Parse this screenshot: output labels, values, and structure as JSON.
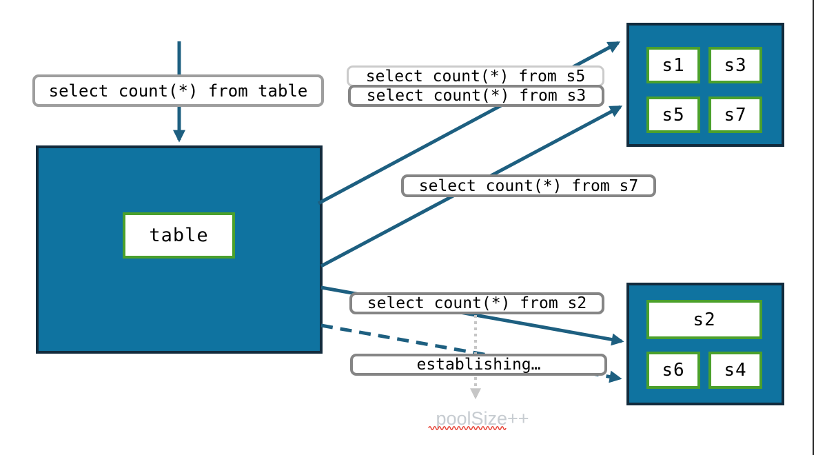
{
  "diagram": {
    "type": "database-sharding-query-fanout",
    "source_node": {
      "label": "table"
    },
    "shard_group_top": {
      "shards": [
        "s1",
        "s3",
        "s5",
        "s7"
      ]
    },
    "shard_group_bottom": {
      "shards": [
        "s2",
        "s6",
        "s4"
      ]
    },
    "query_labels": {
      "from_table": "select count(*) from table",
      "from_s5": "select count(*) from s5",
      "from_s3": "select count(*) from s3",
      "from_s7": "select count(*) from s7",
      "from_s2": "select count(*) from s2",
      "establishing": "establishing…"
    },
    "annotation": {
      "pool_size": "poolSize++"
    },
    "colors": {
      "node_fill": "#0f73a0",
      "node_border": "#122b3d",
      "cell_border": "#4ba02c",
      "arrow": "#1d5f80",
      "label_border": "#858585",
      "faded_label_border": "#cbcbcb",
      "dotted_arrow": "#c6c6c6",
      "pool_size_text": "#c7ccd1",
      "squiggle": "#e8493d"
    }
  }
}
